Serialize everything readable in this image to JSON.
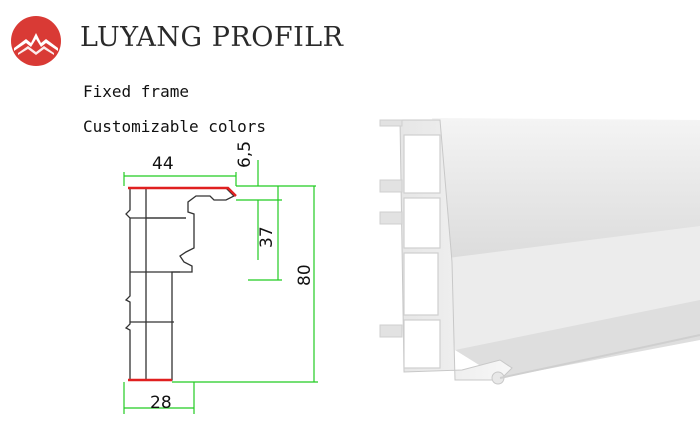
{
  "header": {
    "brand": "LUYANG PROFILR",
    "logo_color": "#d93a35",
    "logo_icon": "mountain-logo-icon"
  },
  "description": {
    "line1": "Fixed frame",
    "line2": "Customizable colors"
  },
  "drawing": {
    "dimensions": {
      "width_top": "44",
      "offset": "6,5",
      "inner_height": "37",
      "total_height": "80",
      "width_bottom": "28"
    },
    "dimension_line_color": "#22cc22",
    "gasket_color": "#e02020"
  },
  "render": {
    "description_icon": "pvc-profile-render"
  }
}
